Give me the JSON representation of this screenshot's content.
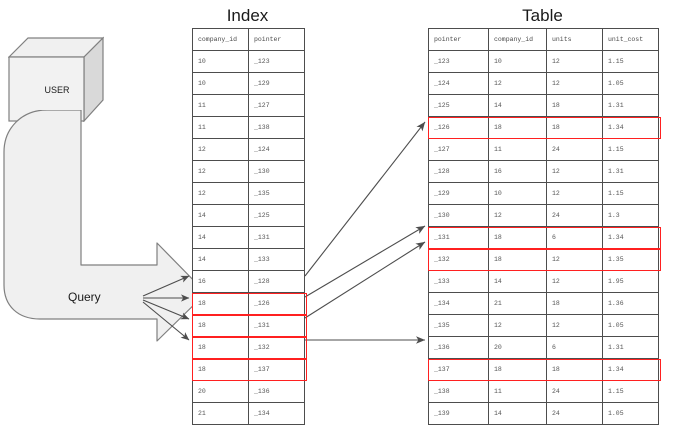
{
  "diagram": {
    "index_title": "Index",
    "table_title": "Table",
    "user_label": "USER",
    "query_label": "Query",
    "highlight_color": "#ff2020",
    "line_color": "#4d4d4d",
    "shape_fill": "#f0f0f0"
  },
  "index": {
    "headers": [
      "company_id",
      "pointer"
    ],
    "rows": [
      {
        "company_id": "10",
        "pointer": "_123",
        "highlighted": false
      },
      {
        "company_id": "10",
        "pointer": "_129",
        "highlighted": false
      },
      {
        "company_id": "11",
        "pointer": "_127",
        "highlighted": false
      },
      {
        "company_id": "11",
        "pointer": "_138",
        "highlighted": false
      },
      {
        "company_id": "12",
        "pointer": "_124",
        "highlighted": false
      },
      {
        "company_id": "12",
        "pointer": "_130",
        "highlighted": false
      },
      {
        "company_id": "12",
        "pointer": "_135",
        "highlighted": false
      },
      {
        "company_id": "14",
        "pointer": "_125",
        "highlighted": false
      },
      {
        "company_id": "14",
        "pointer": "_131",
        "highlighted": false
      },
      {
        "company_id": "14",
        "pointer": "_133",
        "highlighted": false
      },
      {
        "company_id": "16",
        "pointer": "_128",
        "highlighted": false
      },
      {
        "company_id": "18",
        "pointer": "_126",
        "highlighted": true
      },
      {
        "company_id": "18",
        "pointer": "_131",
        "highlighted": true
      },
      {
        "company_id": "18",
        "pointer": "_132",
        "highlighted": true
      },
      {
        "company_id": "18",
        "pointer": "_137",
        "highlighted": true
      },
      {
        "company_id": "20",
        "pointer": "_136",
        "highlighted": false
      },
      {
        "company_id": "21",
        "pointer": "_134",
        "highlighted": false
      }
    ]
  },
  "table": {
    "headers": [
      "pointer",
      "company_id",
      "units",
      "unit_cost"
    ],
    "rows": [
      {
        "pointer": "_123",
        "company_id": "10",
        "units": "12",
        "unit_cost": "1.15",
        "highlighted": false
      },
      {
        "pointer": "_124",
        "company_id": "12",
        "units": "12",
        "unit_cost": "1.05",
        "highlighted": false
      },
      {
        "pointer": "_125",
        "company_id": "14",
        "units": "18",
        "unit_cost": "1.31",
        "highlighted": false
      },
      {
        "pointer": "_126",
        "company_id": "18",
        "units": "18",
        "unit_cost": "1.34",
        "highlighted": true
      },
      {
        "pointer": "_127",
        "company_id": "11",
        "units": "24",
        "unit_cost": "1.15",
        "highlighted": false
      },
      {
        "pointer": "_128",
        "company_id": "16",
        "units": "12",
        "unit_cost": "1.31",
        "highlighted": false
      },
      {
        "pointer": "_129",
        "company_id": "10",
        "units": "12",
        "unit_cost": "1.15",
        "highlighted": false
      },
      {
        "pointer": "_130",
        "company_id": "12",
        "units": "24",
        "unit_cost": "1.3",
        "highlighted": false
      },
      {
        "pointer": "_131",
        "company_id": "18",
        "units": "6",
        "unit_cost": "1.34",
        "highlighted": true
      },
      {
        "pointer": "_132",
        "company_id": "18",
        "units": "12",
        "unit_cost": "1.35",
        "highlighted": true
      },
      {
        "pointer": "_133",
        "company_id": "14",
        "units": "12",
        "unit_cost": "1.95",
        "highlighted": false
      },
      {
        "pointer": "_134",
        "company_id": "21",
        "units": "18",
        "unit_cost": "1.36",
        "highlighted": false
      },
      {
        "pointer": "_135",
        "company_id": "12",
        "units": "12",
        "unit_cost": "1.05",
        "highlighted": false
      },
      {
        "pointer": "_136",
        "company_id": "20",
        "units": "6",
        "unit_cost": "1.31",
        "highlighted": false
      },
      {
        "pointer": "_137",
        "company_id": "18",
        "units": "18",
        "unit_cost": "1.34",
        "highlighted": true
      },
      {
        "pointer": "_138",
        "company_id": "11",
        "units": "24",
        "unit_cost": "1.15",
        "highlighted": false
      },
      {
        "pointer": "_139",
        "company_id": "14",
        "units": "24",
        "unit_cost": "1.05",
        "highlighted": false
      }
    ]
  }
}
